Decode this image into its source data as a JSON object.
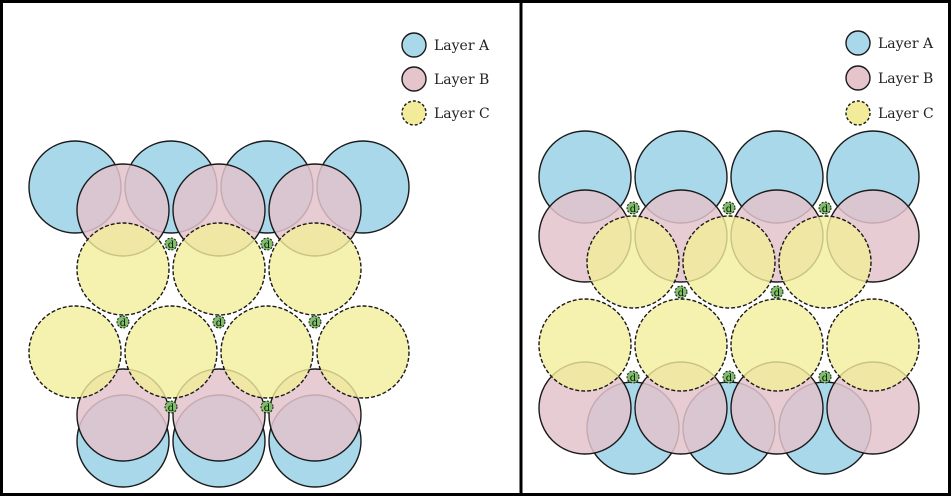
{
  "legend": {
    "items": [
      {
        "label": "Layer A",
        "fill": "#a8d8ea",
        "dashed": false
      },
      {
        "label": "Layer B",
        "fill": "#e6c4cb",
        "dashed": false
      },
      {
        "label": "Layer C",
        "fill": "#f2ec9a",
        "dashed": true
      }
    ]
  },
  "panels": [
    {
      "name": "left-panel",
      "marker_label": "d"
    },
    {
      "name": "right-panel",
      "marker_label": "d"
    }
  ],
  "colors": {
    "layer_a": "#a8d8ea",
    "layer_b": "#e3c3cb",
    "layer_c": "#f3ee9a",
    "outline": "#1a1a1a",
    "marker": "#7fbf6a",
    "frame": "#000000"
  }
}
